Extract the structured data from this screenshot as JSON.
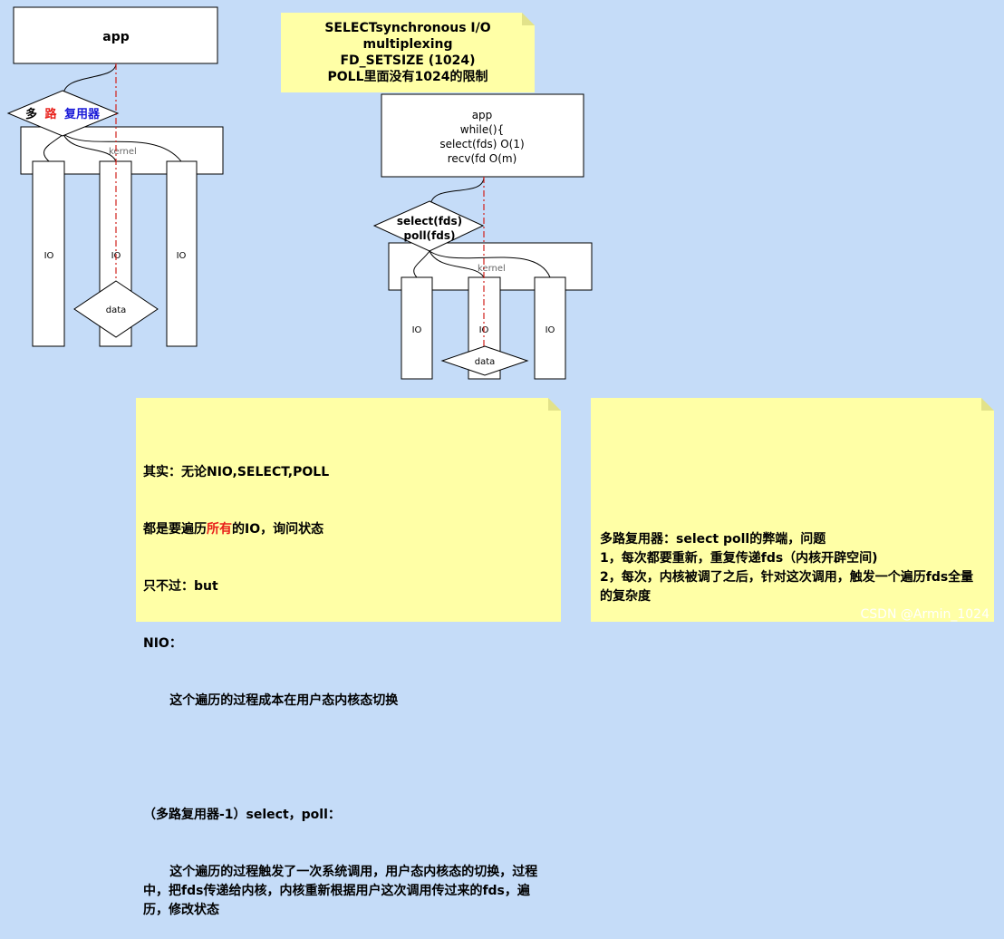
{
  "left_diagram": {
    "app_label": "app",
    "mux_label_1": "多",
    "mux_label_2": "路",
    "mux_label_3": "复用器",
    "kernel_label": "kernel",
    "io_labels": [
      "IO",
      "IO",
      "IO"
    ],
    "data_label": "data"
  },
  "right_diagram": {
    "app_lines": [
      "app",
      "while(){",
      "select(fds)  O(1)",
      "recv(fd  O(m)"
    ],
    "select_lines": [
      "select(fds)",
      "poll(fds)"
    ],
    "kernel_label": "kernel",
    "io_labels": [
      "IO",
      "IO",
      "IO"
    ],
    "data_label": "data"
  },
  "note_top": {
    "lines": [
      "SELECTsynchronous I/O",
      "multiplexing",
      "FD_SETSIZE (1024)",
      "POLL里面没有1024的限制"
    ]
  },
  "note_bottom_left": {
    "line1": "其实：无论NIO,SELECT,POLL",
    "line2_pre": "都是要遍历",
    "line2_red": "所有",
    "line2_post": "的IO，询问状态",
    "line3": "只不过：but",
    "line4": "NIO：",
    "line5": "      这个遍历的过程成本在用户态内核态切换",
    "line6": "",
    "line7": "（多路复用器-1）select，poll：",
    "line8": "      这个遍历的过程触发了一次系统调用，用户态内核态的切换，过程中，把fds传递给内核，内核重新根据用户这次调用传过来的fds，遍历，修改状态"
  },
  "note_bottom_right": {
    "text": "多路复用器：select poll的弊端，问题\n1，每次都要重新，重复传递fds（内核开辟空间)\n2，每次，内核被调了之后，针对这次调用，触发一个遍历fds全量的复杂度"
  },
  "watermark": "CSDN @Armin_1024",
  "colors": {
    "background": "#c5dcf8",
    "note": "#ffffa6",
    "red_line": "#d0201a",
    "blue_text": "#1a1ad8"
  }
}
